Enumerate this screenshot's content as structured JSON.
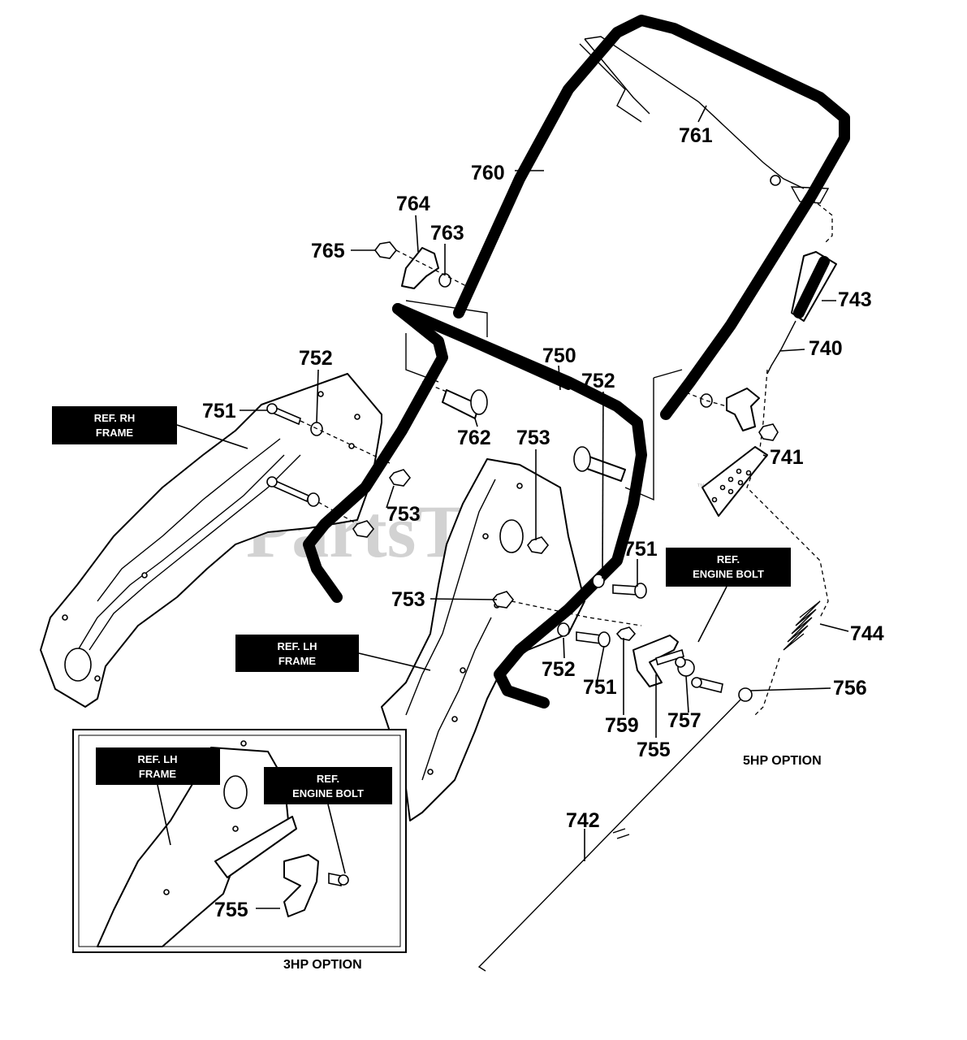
{
  "watermark": {
    "text": "PartsTree",
    "trademark": "™"
  },
  "part_labels": {
    "p740": "740",
    "p741": "741",
    "p742": "742",
    "p743": "743",
    "p744": "744",
    "p750": "750",
    "p751a": "751",
    "p751b": "751",
    "p751c": "751",
    "p752a": "752",
    "p752b": "752",
    "p752c": "752",
    "p753a": "753",
    "p753b": "753",
    "p753c": "753",
    "p755a": "755",
    "p755b": "755",
    "p756": "756",
    "p757": "757",
    "p759": "759",
    "p760": "760",
    "p761": "761",
    "p762": "762",
    "p763": "763",
    "p764": "764",
    "p765": "765"
  },
  "ref_boxes": {
    "rh_frame": {
      "line1": "REF. RH",
      "line2": "FRAME"
    },
    "lh_frame": {
      "line1": "REF. LH",
      "line2": "FRAME"
    },
    "engine_bolt": {
      "line1": "REF.",
      "line2": "ENGINE BOLT"
    },
    "inset_lh_frame": {
      "line1": "REF. LH",
      "line2": "FRAME"
    },
    "inset_engine_bolt": {
      "line1": "REF.",
      "line2": "ENGINE BOLT"
    }
  },
  "captions": {
    "option_5hp": "5HP OPTION",
    "option_3hp": "3HP OPTION"
  }
}
